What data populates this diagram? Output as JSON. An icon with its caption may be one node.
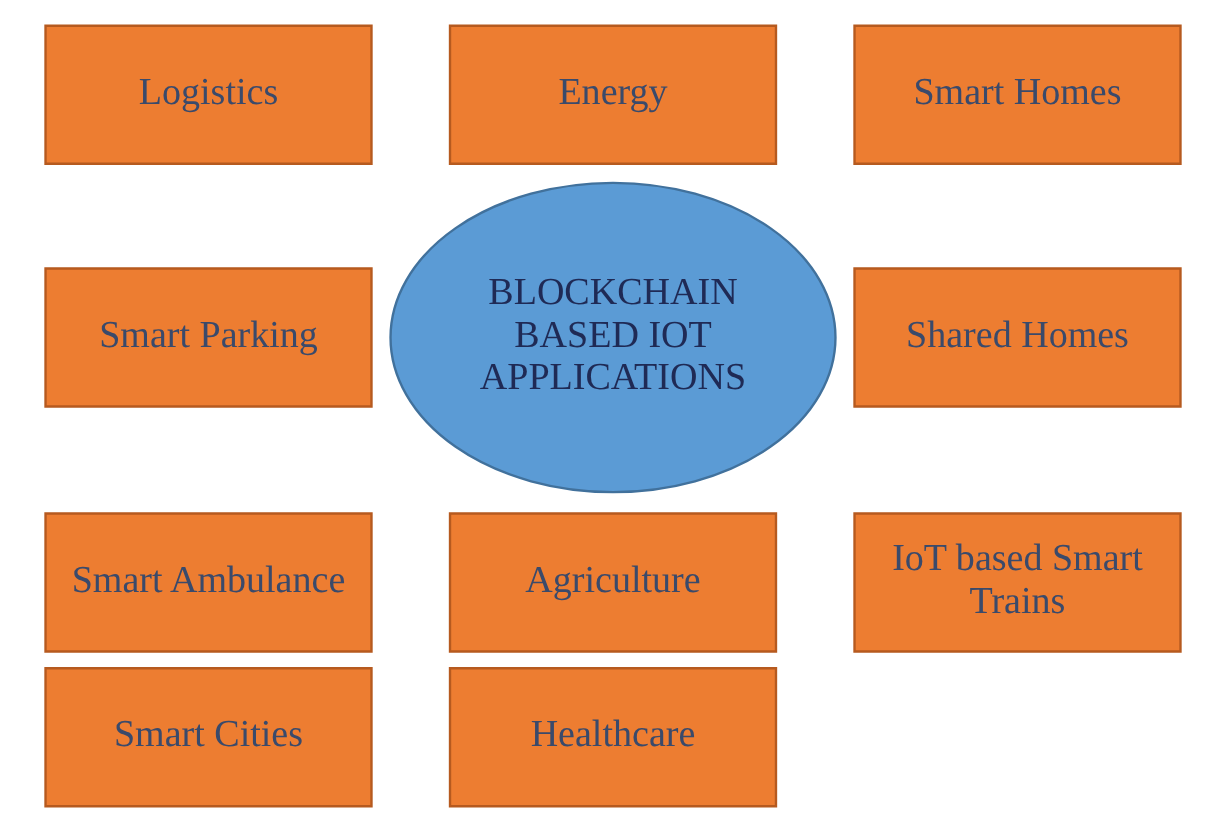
{
  "diagram": {
    "nodes": [
      {
        "text": [
          "Logistics"
        ]
      },
      {
        "text": [
          "Energy"
        ]
      },
      {
        "text": [
          "Smart Homes"
        ]
      },
      {
        "text": [
          "Smart Parking"
        ]
      },
      {
        "text": [
          "BLOCKCHAIN BASED IOT APPLICATIONS"
        ]
      },
      {
        "text": [
          "Shared Homes"
        ]
      },
      {
        "text": [
          "Smart Ambulance"
        ]
      },
      {
        "text": [
          "Agriculture"
        ]
      },
      {
        "text": [
          "IoT based Smart Trains"
        ]
      },
      {
        "text": [
          "Smart Cities"
        ]
      },
      {
        "text": [
          "Healthcare"
        ]
      }
    ],
    "edges": []
  }
}
